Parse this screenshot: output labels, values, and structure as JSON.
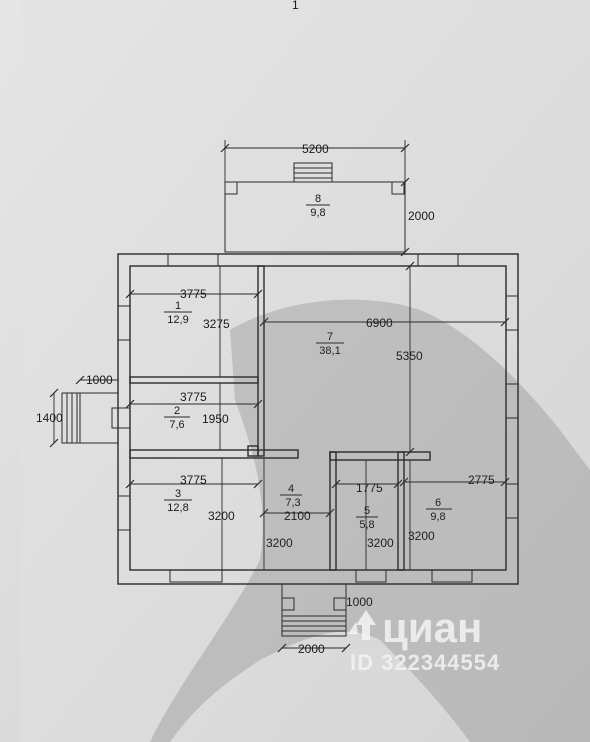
{
  "page_number": "1",
  "rooms": [
    {
      "id": "1",
      "area": "12,9"
    },
    {
      "id": "2",
      "area": "7,6"
    },
    {
      "id": "3",
      "area": "12,8"
    },
    {
      "id": "4",
      "area": "7,3"
    },
    {
      "id": "5",
      "area": "5,8"
    },
    {
      "id": "6",
      "area": "9,8"
    },
    {
      "id": "7",
      "area": "38,1"
    },
    {
      "id": "8",
      "area": "9,8"
    }
  ],
  "dimensions": {
    "terrace_width": "5200",
    "terrace_depth": "2000",
    "r1_width": "3775",
    "r1_depth": "3275",
    "r7_width": "6900",
    "r7_depth": "5350",
    "side_porch_width": "1000",
    "side_porch_length": "1400",
    "r2_width": "3775",
    "r2_depth": "1950",
    "r3_width": "3775",
    "r3_depth": "3200",
    "r4_width": "2100",
    "r4_depth": "3200",
    "r5_width": "1775",
    "r5_depth": "3200",
    "r6_width": "2775",
    "r6_depth": "3200",
    "r7_lower_depth": "3200",
    "front_porch_depth": "1000",
    "front_porch_width": "2000"
  },
  "watermark": {
    "brand": "циан",
    "id_text": "ID 322344554"
  }
}
